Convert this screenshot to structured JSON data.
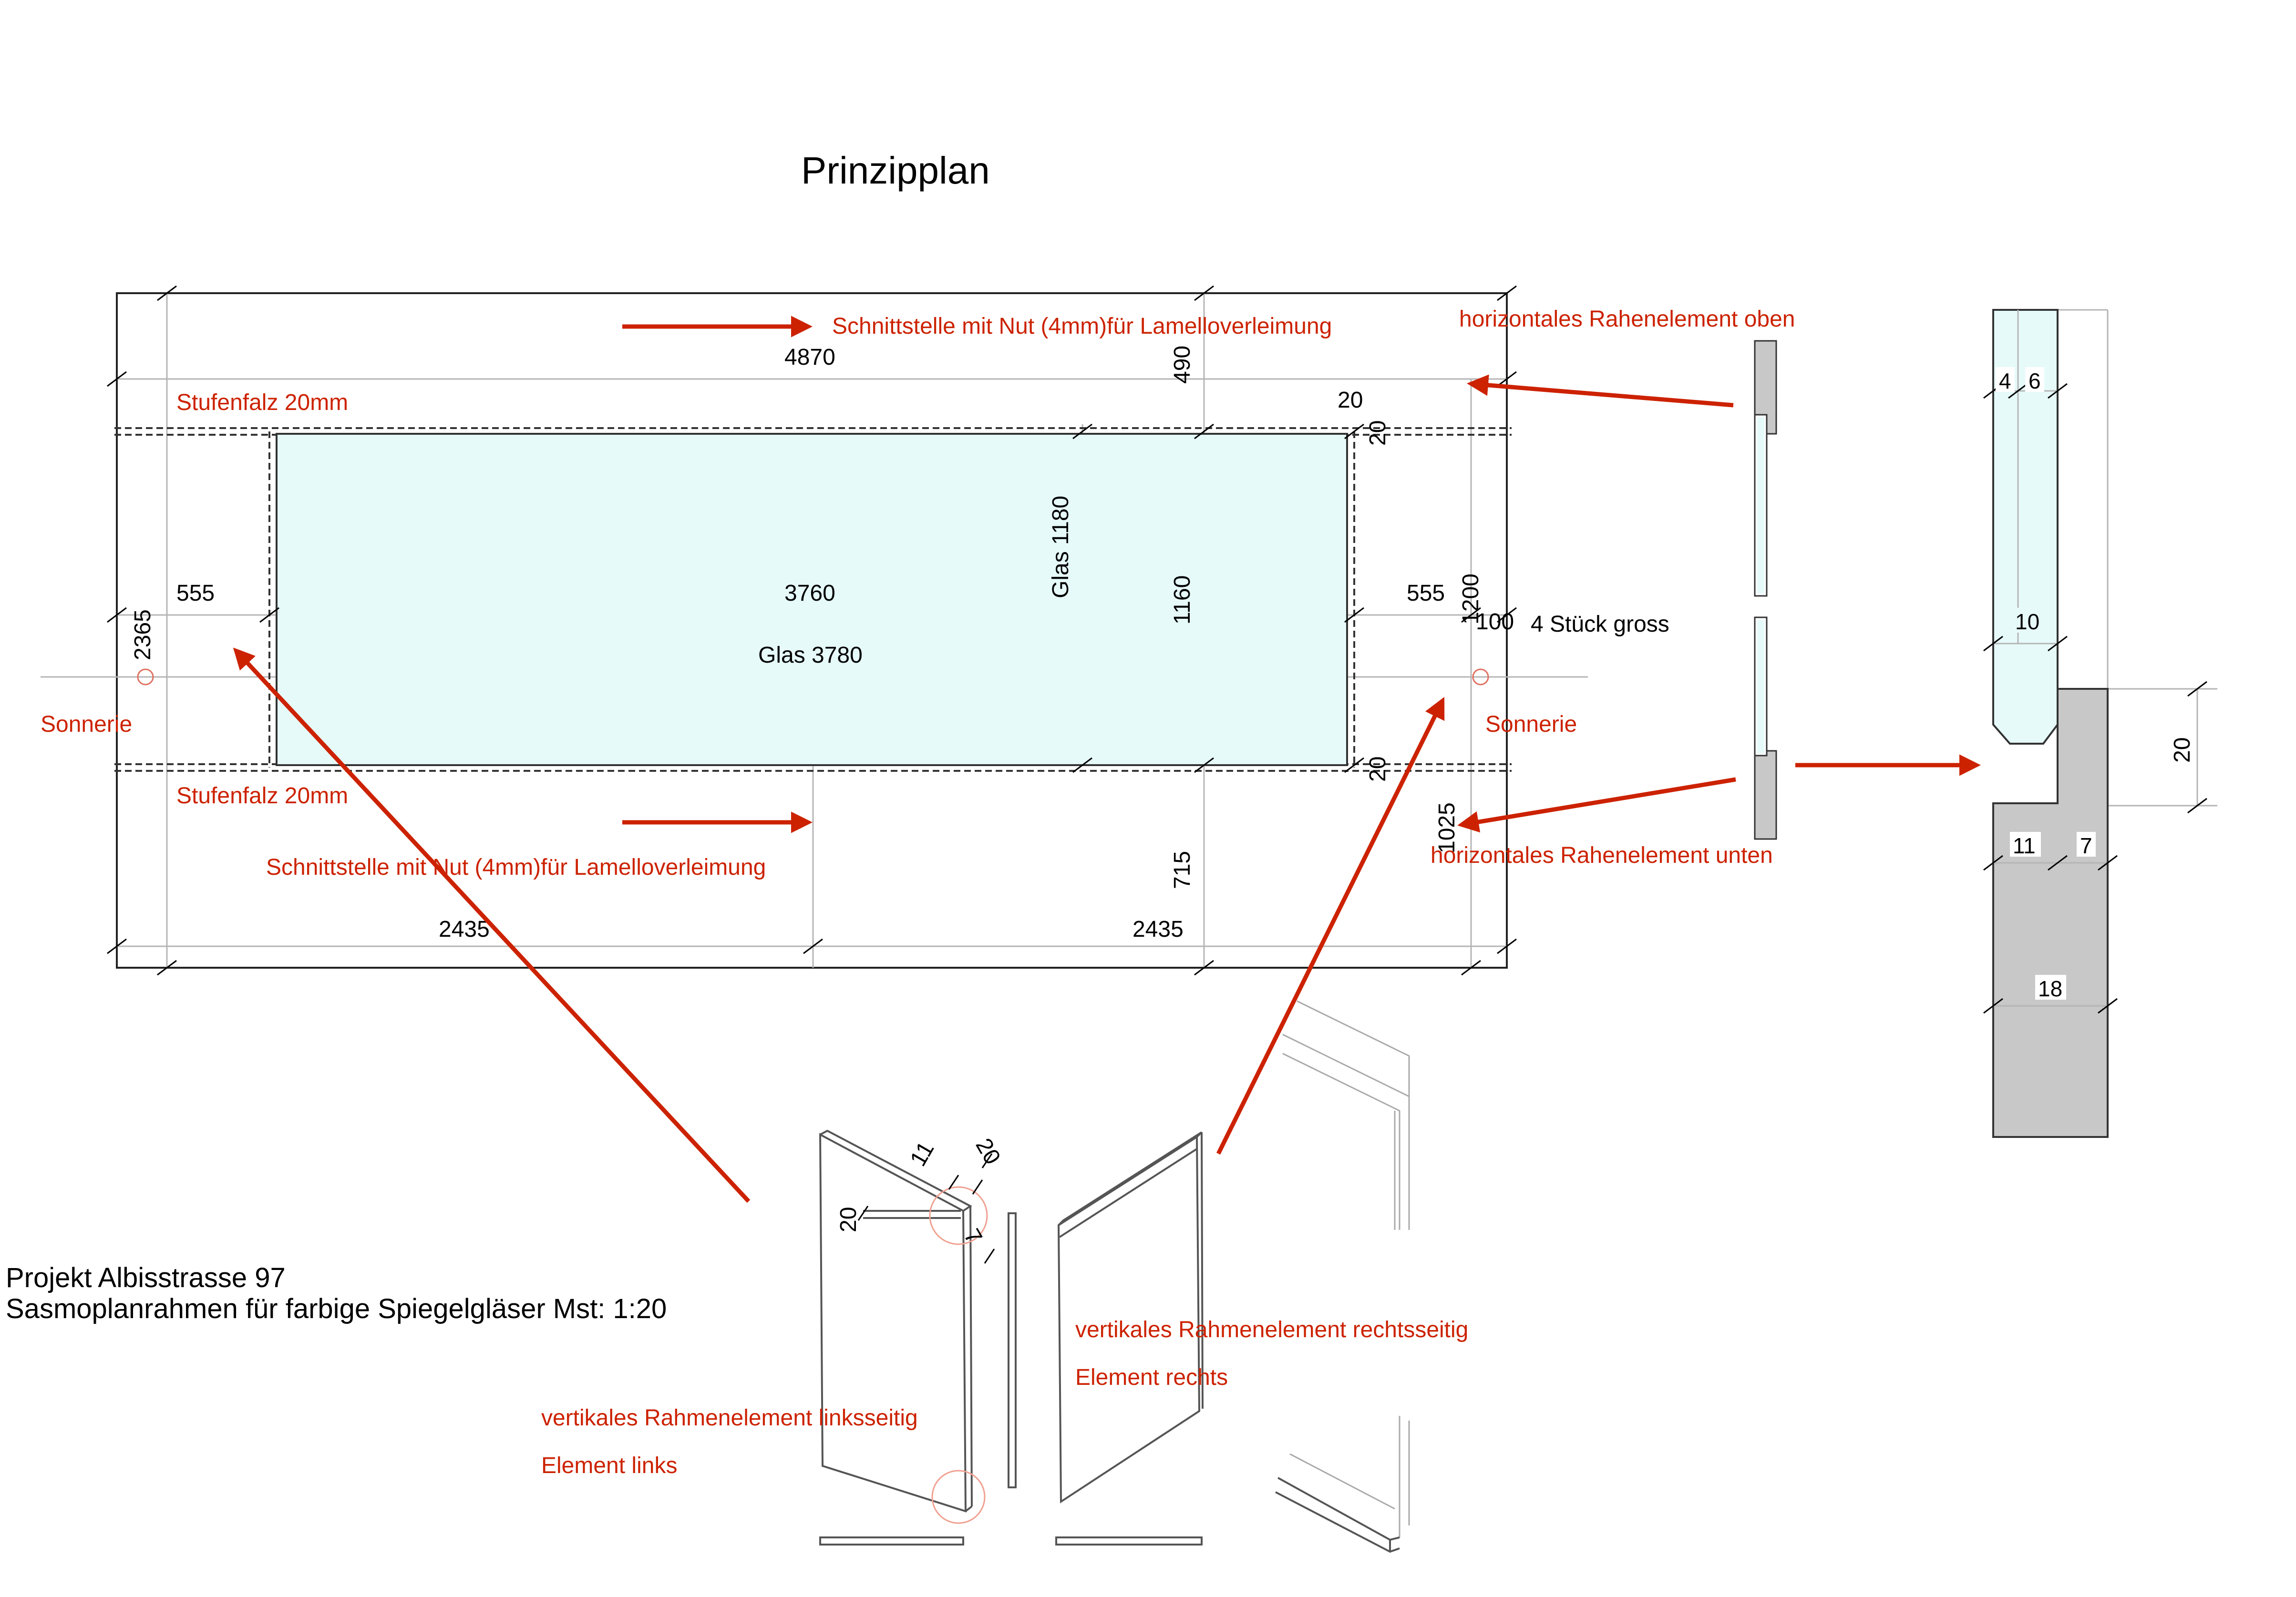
{
  "title": "Prinzipplan",
  "project": {
    "line1": "Projekt Albisstrasse 97",
    "line2": "Sasmoplanrahmen für farbige Spiegelgläser Mst: 1:20"
  },
  "labels": {
    "schnitt_top": "Schnittstelle mit Nut (4mm)für Lamelloverleimung",
    "schnitt_bottom": "Schnittstelle mit Nut (4mm)für Lamelloverleimung",
    "stufenfalz_top": "Stufenfalz 20mm",
    "stufenfalz_bottom": "Stufenfalz 20mm",
    "sonnerie_left": "Sonnerie",
    "sonnerie_right": "Sonnerie",
    "rahmen_oben": "horizontales Rahenelement oben",
    "rahmen_unten": "horizontales Rahenelement unten",
    "stueck": "4 Stück gross",
    "vert_rechts": "vertikales Rahmenelement rechtsseitig",
    "element_rechts": "Element rechts",
    "vert_links": "vertikales Rahmenelement linksseitig",
    "element_links": "Element links",
    "glas_width": "Glas 3780",
    "glas_height": "Glas 1180"
  },
  "dims": {
    "d4870": "4870",
    "d490": "490",
    "d20a": "20",
    "d20b": "20",
    "d20c": "20",
    "d555a": "555",
    "d3760": "3760",
    "d1160": "1160",
    "d555b": "555",
    "d1200": "1200",
    "d100": "100",
    "d2365": "2365",
    "d1025": "1025",
    "d715": "715",
    "d2435a": "2435",
    "d2435b": "2435"
  },
  "section": {
    "d4": "4",
    "d6": "6",
    "d10": "10",
    "d20": "20",
    "d11": "11",
    "d7": "7",
    "d18": "18"
  },
  "sketch": {
    "d11": "11",
    "d20a": "20",
    "d20b": "20",
    "d7": "7"
  },
  "colors": {
    "annotation": "#cc2200",
    "glass": "#e6fafa",
    "profile": "#c8c8c8"
  }
}
